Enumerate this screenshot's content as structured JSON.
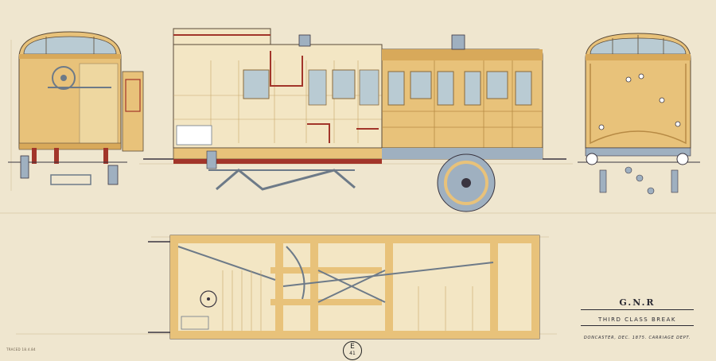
{
  "drawing": {
    "company": "G.N.R",
    "title": "THIRD CLASS BREAK",
    "place_date": "DONCASTER, DEC. 1875. CARRIAGE DEPT.",
    "stamp_letter": "E",
    "stamp_number": "41",
    "margin_note": "TRACED 18.4.84"
  },
  "colors": {
    "paper": "#efe6cf",
    "timber": "#e8c27a",
    "timber_dark": "#d8a95a",
    "steel": "#9fb0c0",
    "glass": "#b9cbd3",
    "red": "#a2352a",
    "ink": "#3a3540"
  },
  "views": [
    "end-elevation-left",
    "side-elevation",
    "end-elevation-right",
    "underframe-plan"
  ]
}
